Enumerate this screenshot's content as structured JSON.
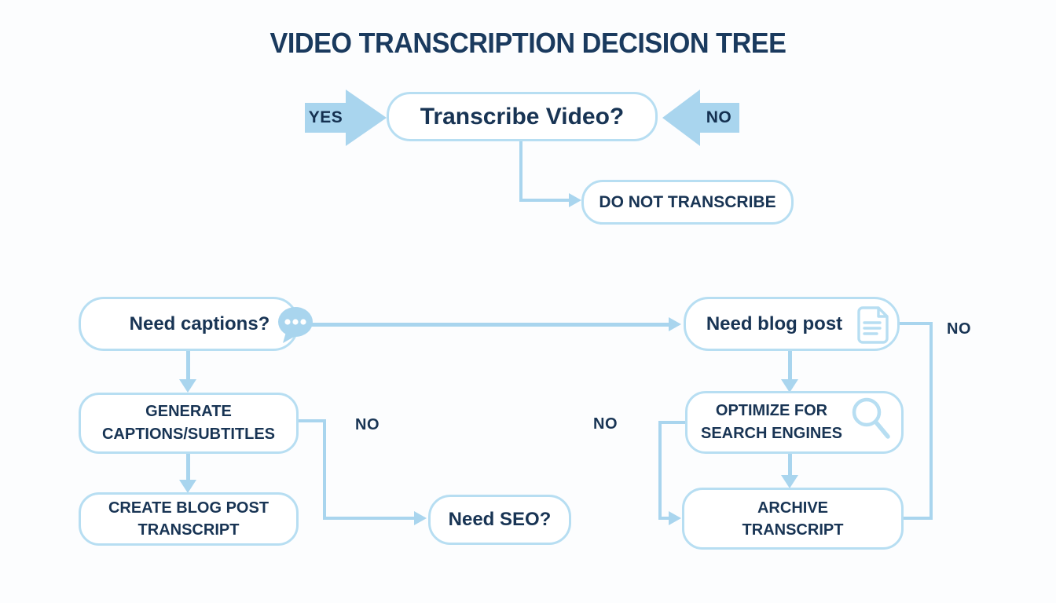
{
  "title": "VIDEO TRANSCRIPTION DECISION TREE",
  "nodes": {
    "transcribe": {
      "label": "Transcribe Video?"
    },
    "do_not_transcribe": {
      "label": "DO NOT TRANSCRIBE"
    },
    "need_captions": {
      "label": "Need captions?",
      "icon": "chat-bubble-icon"
    },
    "need_blog_post": {
      "label": "Need blog post",
      "icon": "document-icon"
    },
    "generate_captions": {
      "label": "GENERATE\nCAPTIONS/SUBTITLES"
    },
    "create_blog_post": {
      "label": "CREATE BLOG POST\nTRANSCRIPT"
    },
    "need_seo": {
      "label": "Need SEO?"
    },
    "optimize_seo": {
      "label": "OPTIMIZE FOR\nSEARCH ENGINES",
      "icon": "magnifier-icon"
    },
    "archive": {
      "label": "ARCHIVE\nTRANSCRIPT"
    }
  },
  "edge_labels": {
    "transcribe_yes": "YES",
    "transcribe_no": "NO",
    "need_blog_no": "NO",
    "generate_no": "NO",
    "optimize_no": "NO"
  },
  "colors": {
    "text_navy": "#183454",
    "connector_blue": "#a9d5ee",
    "box_border_blue": "#b7def2",
    "background": "#fcfdfe"
  }
}
